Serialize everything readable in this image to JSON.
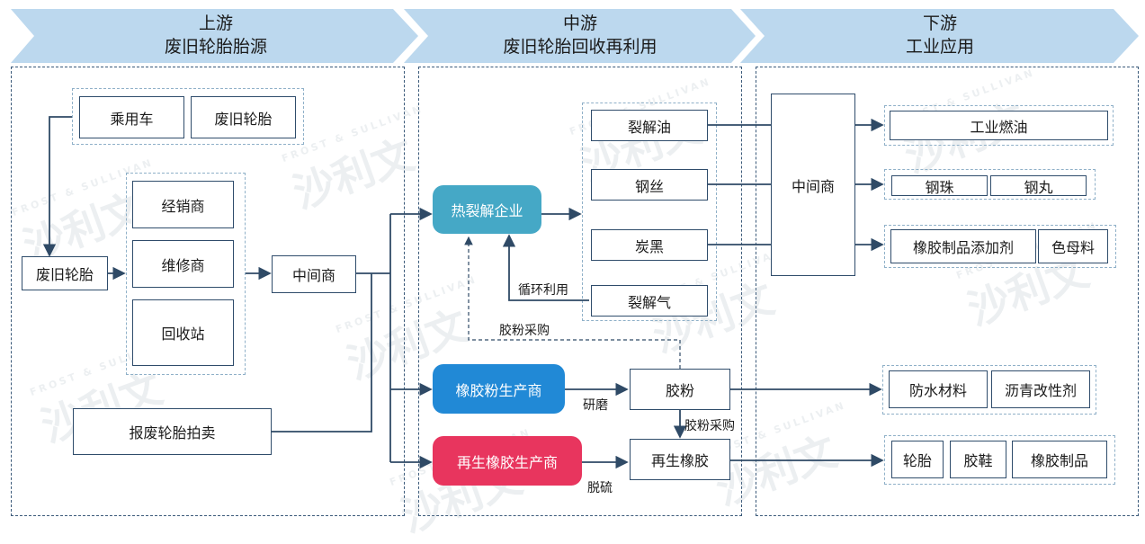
{
  "stages": {
    "upstream": {
      "line1": "上游",
      "line2": "废旧轮胎胎源"
    },
    "midstream": {
      "line1": "中游",
      "line2": "废旧轮胎回收再利用"
    },
    "downstream": {
      "line1": "下游",
      "line2": "工业应用"
    }
  },
  "upstream": {
    "car": "乘用车",
    "waste_tire_top": "废旧轮胎",
    "waste_tire": "废旧轮胎",
    "dealer": "经销商",
    "repair": "维修商",
    "recycle_station": "回收站",
    "middleman": "中间商",
    "auction": "报废轮胎拍卖"
  },
  "midstream": {
    "pyrolysis": "热裂解企业",
    "rubber_powder_maker": "橡胶粉生产商",
    "reclaimed_maker": "再生橡胶生产商",
    "pyrolysis_oil": "裂解油",
    "steel_wire": "钢丝",
    "carbon_black": "炭黑",
    "pyrolysis_gas": "裂解气",
    "rubber_powder": "胶粉",
    "reclaimed_rubber": "再生橡胶",
    "label_recycle": "循环利用",
    "label_powder_purchase_1": "胶粉采购",
    "label_powder_purchase_2": "胶粉采购",
    "label_grind": "研磨",
    "label_desulfurize": "脱硫"
  },
  "downstream": {
    "middleman": "中间商",
    "industrial_fuel": "工业燃油",
    "steel_ball": "钢珠",
    "steel_shot": "钢丸",
    "rubber_additive": "橡胶制品添加剂",
    "masterbatch": "色母料",
    "waterproof": "防水材料",
    "asphalt_modifier": "沥青改性剂",
    "tire": "轮胎",
    "rubber_shoes": "胶鞋",
    "rubber_products": "橡胶制品"
  },
  "watermark": {
    "text": "沙利文",
    "brand": "FROST & SULLIVAN"
  },
  "colors": {
    "chevron": "#bcd8ee",
    "pyrolysis": "#45a8c6",
    "rubber_powder_maker": "#2189d6",
    "reclaimed_maker": "#e8355e",
    "line": "#2f4a66"
  }
}
